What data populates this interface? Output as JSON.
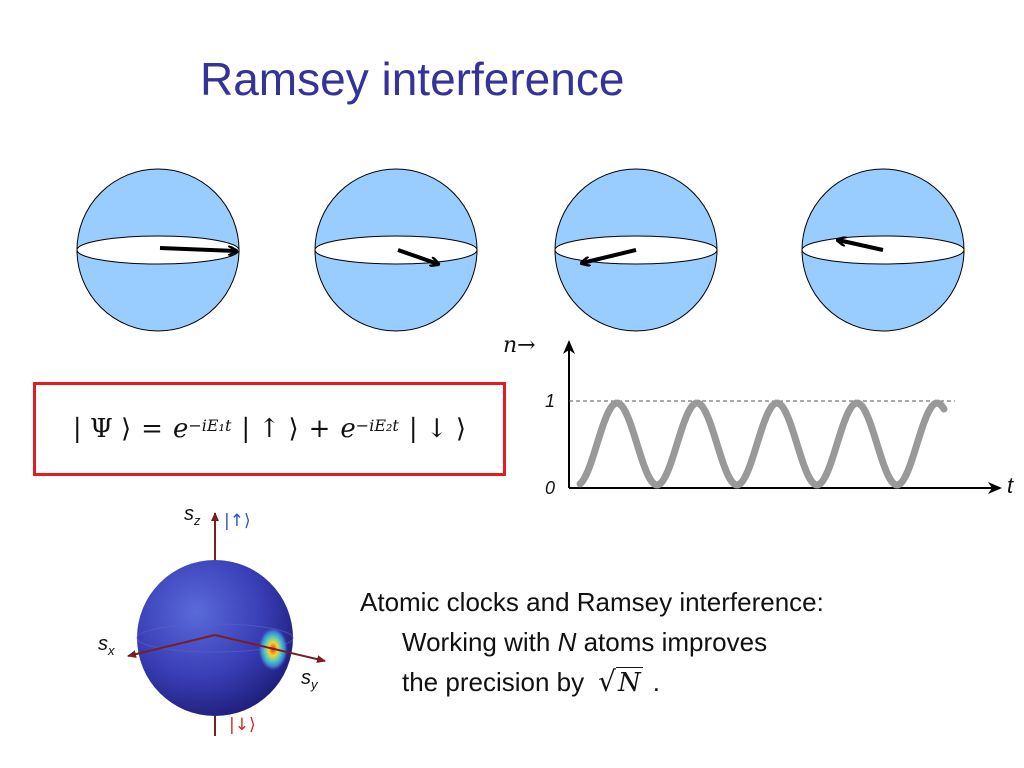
{
  "slide": {
    "title": "Ramsey interference"
  },
  "formula": {
    "lhs": "| Ψ ⟩",
    "eq": "=",
    "term1_base": "e",
    "term1_exp": "−iE₁t",
    "term1_ket": "| ↑ ⟩",
    "plus": "+",
    "term2_base": "e",
    "term2_exp": "−iE₂t",
    "term2_ket": "| ↓ ⟩"
  },
  "plot": {
    "ylabel": "n→",
    "xlabel": "t",
    "tick_one": "1",
    "tick_zero": "0"
  },
  "bloch": {
    "axis_z": "s",
    "axis_z_sub": "z",
    "axis_x": "s",
    "axis_x_sub": "x",
    "axis_y": "s",
    "axis_y_sub": "y",
    "ket_up": "|↑⟩",
    "ket_down": "|↓⟩"
  },
  "caption": {
    "line1": "Atomic clocks and Ramsey interference:",
    "line2_a": "Working with ",
    "line2_var": "N",
    "line2_b": " atoms improves",
    "line3_a": "the precision by",
    "sqrt_var": "N",
    "line3_end": "."
  },
  "colors": {
    "title": "#333399",
    "sphere_fill": "#99ccff",
    "formula_border": "#e31b23",
    "wave": "#999999"
  }
}
